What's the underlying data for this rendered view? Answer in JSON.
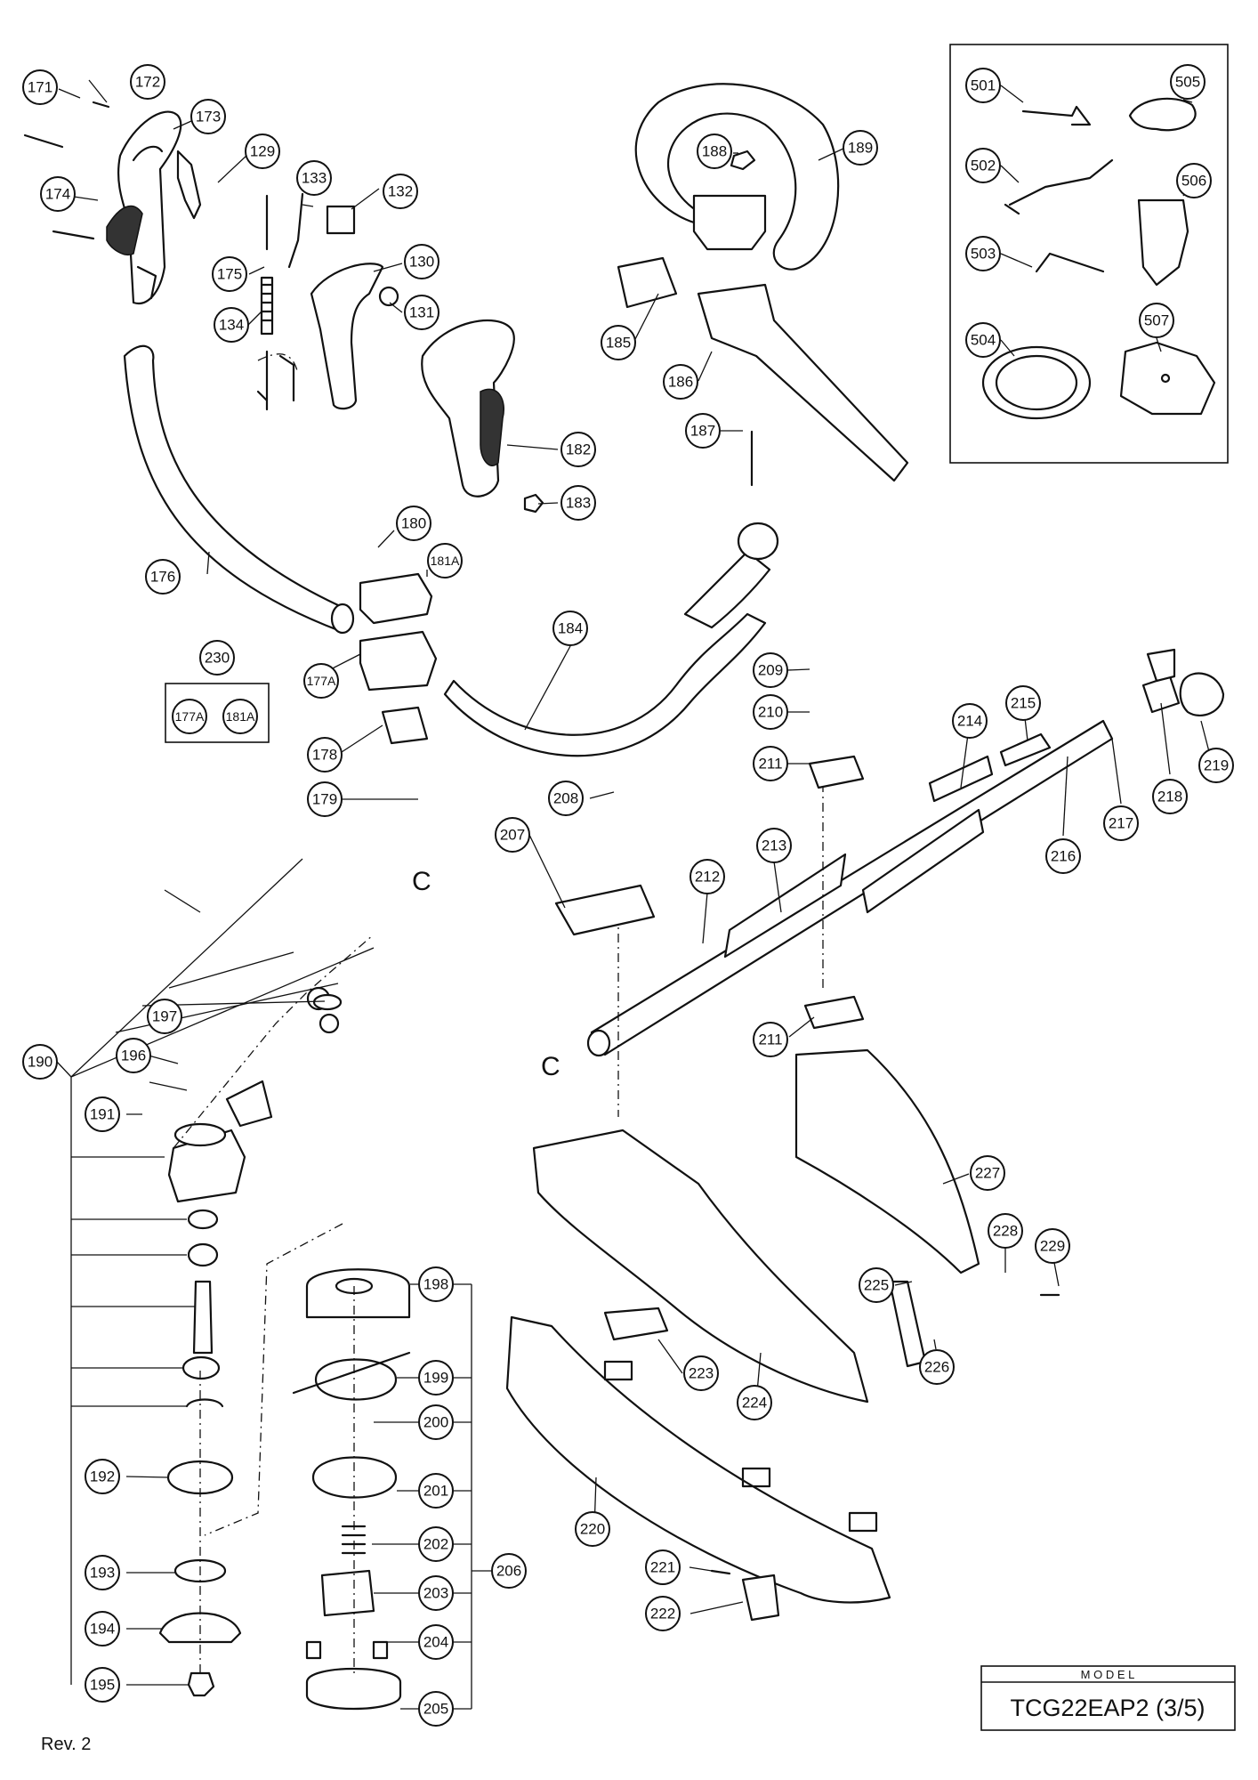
{
  "title_block": {
    "header": "M O D E L",
    "model": "TCG22EAP2 (3/5)"
  },
  "revision": "Rev. 2",
  "section_markers": {
    "top": "C",
    "bottom": "C"
  },
  "kit_230": {
    "number": "230",
    "contents": [
      "177A",
      "181A"
    ]
  },
  "accessories": [
    "501",
    "502",
    "503",
    "504",
    "505",
    "506",
    "507"
  ],
  "callouts": {
    "c171": "171",
    "c172": "172",
    "c173": "173",
    "c129": "129",
    "c174": "174",
    "c175": "175",
    "c133": "133",
    "c132": "132",
    "c134": "134",
    "c130": "130",
    "c131": "131",
    "c182": "182",
    "c183": "183",
    "c188": "188",
    "c189": "189",
    "c185": "185",
    "c186": "186",
    "c187": "187",
    "c176": "176",
    "c180": "180",
    "c181a": "181A",
    "c177a": "177A",
    "c178": "178",
    "c179": "179",
    "c184": "184",
    "c209": "209",
    "c210": "210",
    "c211a": "211",
    "c214": "214",
    "c215": "215",
    "c219": "219",
    "c218": "218",
    "c217": "217",
    "c216": "216",
    "c208": "208",
    "c207": "207",
    "c213": "213",
    "c212": "212",
    "c211b": "211",
    "c227": "227",
    "c228": "228",
    "c229": "229",
    "c225": "225",
    "c226": "226",
    "c223": "223",
    "c224": "224",
    "c220": "220",
    "c221": "221",
    "c222": "222",
    "c190": "190",
    "c197": "197",
    "c196": "196",
    "c191": "191",
    "c192": "192",
    "c193": "193",
    "c194": "194",
    "c195": "195",
    "c198": "198",
    "c199": "199",
    "c200": "200",
    "c201": "201",
    "c202": "202",
    "c203": "203",
    "c204": "204",
    "c205": "205",
    "c206": "206"
  }
}
